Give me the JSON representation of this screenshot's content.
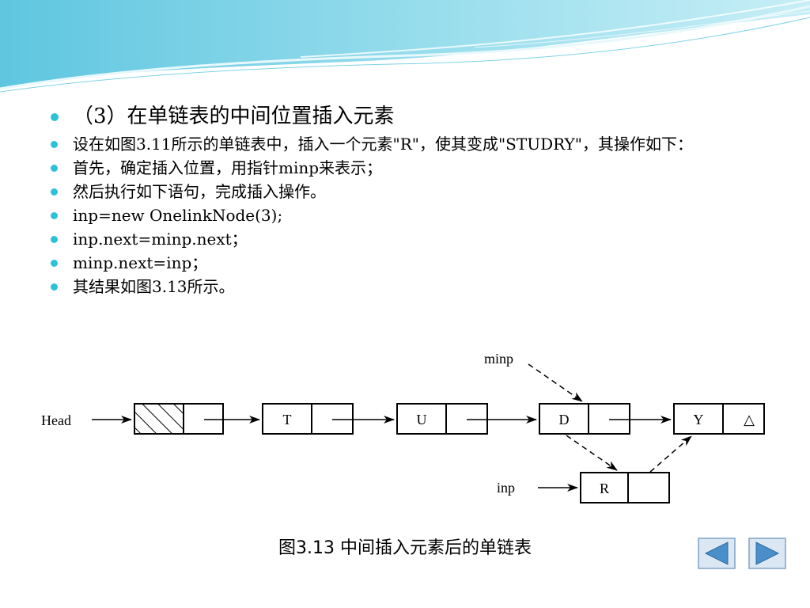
{
  "bullets": [
    {
      "text": "（3）在单链表的中间位置插入元素",
      "lead": true
    },
    {
      "text": "设在如图3.11所示的单链表中，插入一个元素\"R\"，使其变成\"STUDRY\"，其操作如下："
    },
    {
      "text": "首先，确定插入位置，用指针minp来表示；"
    },
    {
      "text": "然后执行如下语句，完成插入操作。"
    },
    {
      "text": "inp=new OnelinkNode(3);"
    },
    {
      "text": "inp.next=minp.next；"
    },
    {
      "text": "minp.next=inp；"
    },
    {
      "text": "其结果如图3.13所示。"
    }
  ],
  "diagram": {
    "head_label": "Head",
    "minp_label": "minp",
    "inp_label": "inp",
    "nodes": [
      "T",
      "U",
      "D",
      "Y"
    ],
    "null_symbol": "△",
    "inserted_node": "R"
  },
  "caption": "图3.13  中间插入元素后的单链表",
  "colors": {
    "accent": "#2cc2d6",
    "nav": "#4a8fc9"
  },
  "nav": {
    "prev_icon": "left-triangle-icon",
    "next_icon": "right-triangle-icon"
  }
}
